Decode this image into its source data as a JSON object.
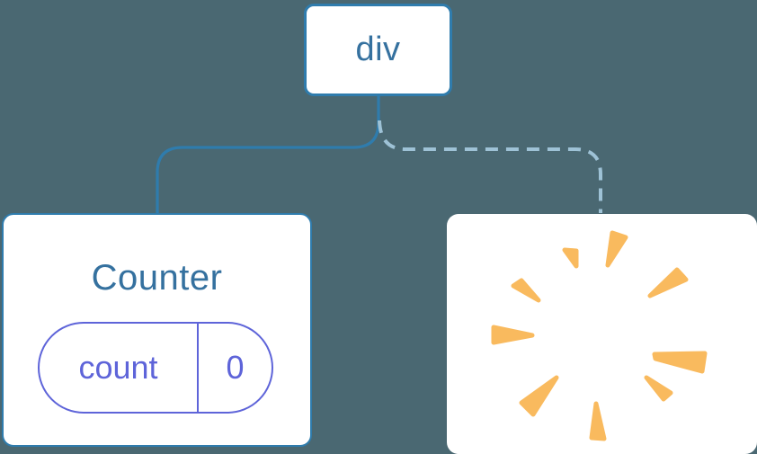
{
  "diagram": {
    "description": "component tree with root div, a Counter component holding state, and a removed component poof",
    "root_node": {
      "label": "div"
    },
    "counter_card": {
      "title": "Counter",
      "state": {
        "key": "count",
        "value": "0"
      }
    },
    "removed_card": {
      "icon": "poof-burst"
    },
    "links": [
      {
        "from": "div",
        "to": "Counter",
        "style": "solid"
      },
      {
        "from": "div",
        "to": "removed",
        "style": "dashed"
      }
    ]
  },
  "colors": {
    "background": "#4A6872",
    "card_bg": "#FFFFFF",
    "node_border": "#2F7CAD",
    "node_text": "#35719F",
    "solid_link": "#2F7CAD",
    "dashed_link": "#9EC2D6",
    "state_accent": "#5E64D9",
    "burst": "#F9BA5E"
  }
}
